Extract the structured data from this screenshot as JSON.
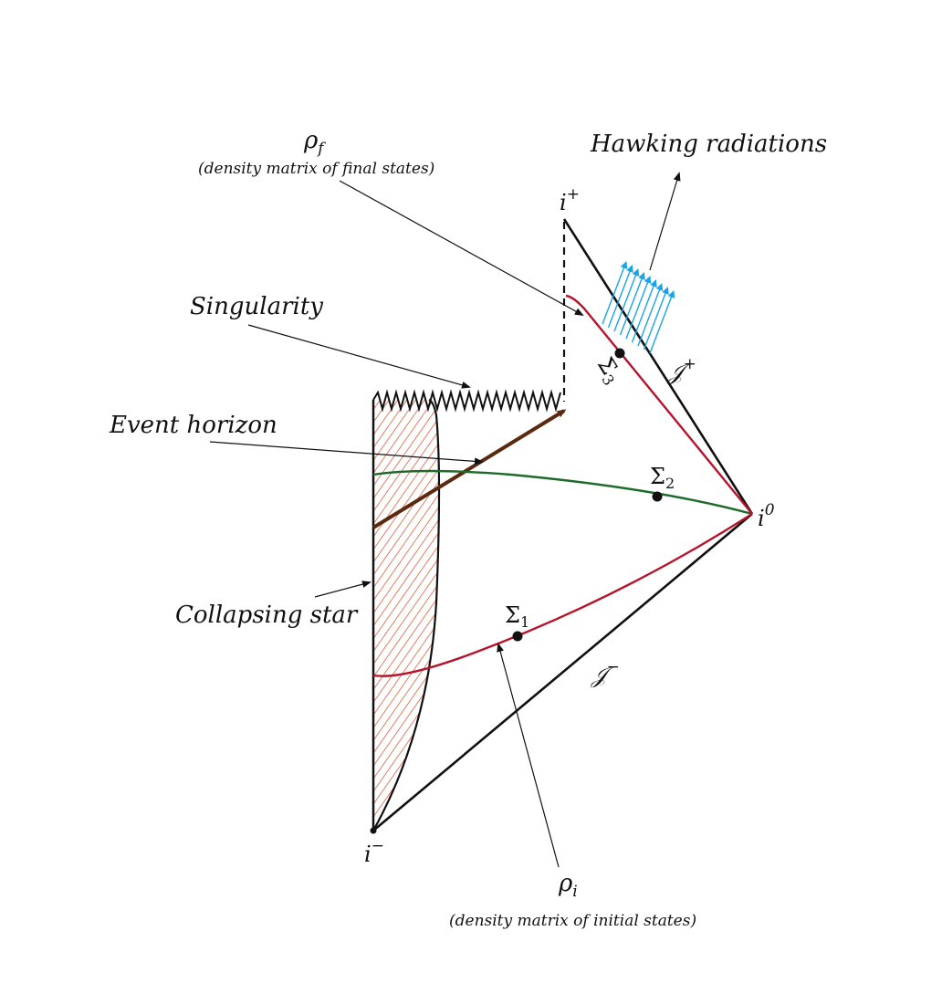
{
  "labels": {
    "rho_f_symbol": "ρ",
    "rho_f_sub": "f",
    "rho_f_caption": "(density matrix of final states)",
    "hawking": "Hawking radiations",
    "singularity": "Singularity",
    "event_horizon": "Event horizon",
    "collapsing_star": "Collapsing star",
    "rho_i_symbol": "ρ",
    "rho_i_sub": "i",
    "rho_i_caption": "(density matrix of initial states)",
    "i_plus": "i",
    "i_plus_sup": "+",
    "i_minus": "i",
    "i_minus_sup": "−",
    "i_zero": "i",
    "i_zero_sup": "0",
    "scri_plus": "𝒥",
    "scri_plus_sup": "+",
    "scri_minus": "𝒥",
    "scri_minus_sup": "−",
    "sigma1": "Σ",
    "sigma1_sub": "1",
    "sigma2": "Σ",
    "sigma2_sub": "2",
    "sigma3": "Σ",
    "sigma3_sub": "3"
  },
  "colors": {
    "line": "#111111",
    "red_surface": "#b5142b",
    "green_surface": "#1d6b2a",
    "event_horizon": "#5a2a10",
    "star_hatch": "#d9471f",
    "hawking": "#1aa3e8"
  }
}
